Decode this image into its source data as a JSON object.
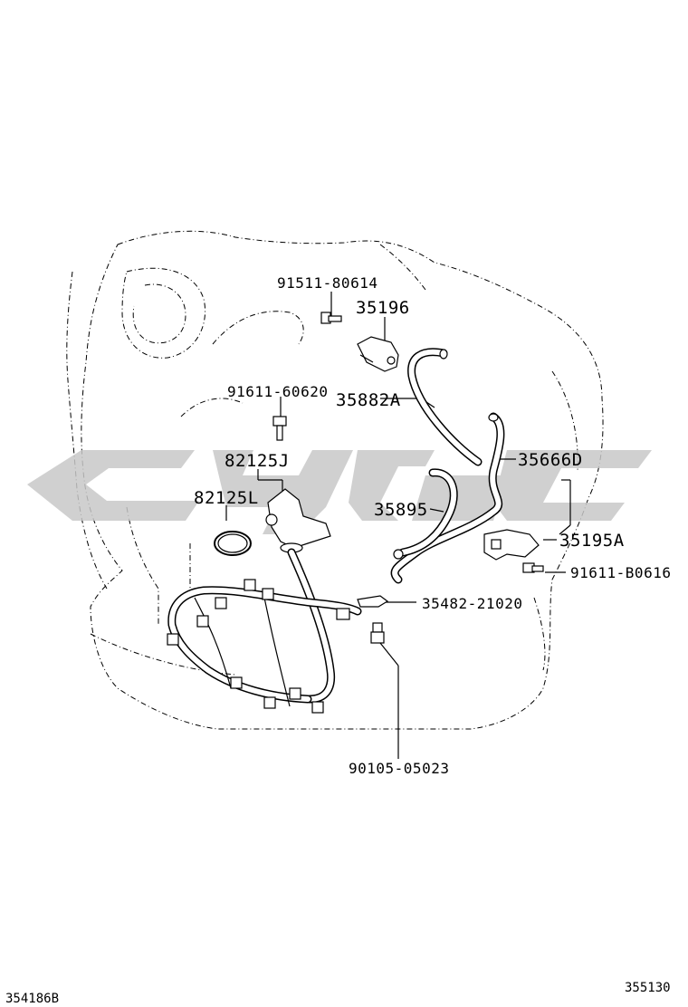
{
  "callouts": {
    "p91511_80614": "91511-80614",
    "p35196": "35196",
    "p91611_60620": "91611-60620",
    "p35882A": "35882A",
    "p82125J": "82125J",
    "p35666D": "35666D",
    "p82125L": "82125L",
    "p35895": "35895",
    "p35195A": "35195A",
    "p91611_B0616": "91611-B0616",
    "p35482_21020": "35482-21020",
    "p90105_05023": "90105-05023"
  },
  "footer": {
    "left_code": "354186B",
    "right_code": "355130"
  },
  "colors": {
    "line": "#000000",
    "watermark": "#c8c8c8",
    "background": "#ffffff"
  }
}
